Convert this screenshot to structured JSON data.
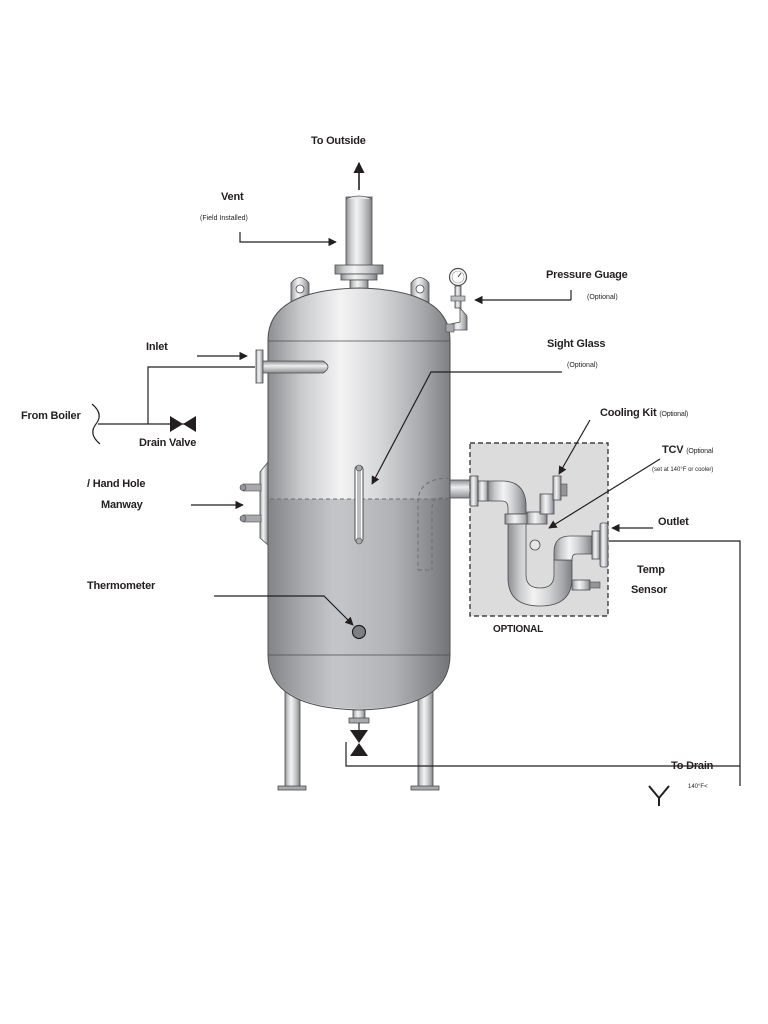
{
  "labels": {
    "to_outside": "To Outside",
    "vent": "Vent",
    "vent_note": "(Field Installed)",
    "pressure_gauge": "Pressure Guage",
    "pressure_gauge_note": "(Optional)",
    "inlet": "Inlet",
    "sight_glass": "Sight Glass",
    "sight_glass_note": "(Optional)",
    "from_boiler": "From Boiler",
    "drain_valve": "Drain Valve",
    "cooling_kit": "Cooling Kit",
    "cooling_kit_note": "(Optional)",
    "tcv": "TCV",
    "tcv_note": "(Optional",
    "tcv_setpoint": "(set at 140°F or cooler)",
    "hand_hole": "/ Hand Hole",
    "manway": "Manway",
    "outlet": "Outlet",
    "temp": "Temp",
    "sensor": "Sensor",
    "thermometer": "Thermometer",
    "optional": "OPTIONAL",
    "to_drain": "To Drain",
    "drain_temp": "140°F<"
  },
  "colors": {
    "line": "#231f20",
    "optional_box_fill": "#dcdcdd",
    "tank_highlight": "#f2f2f3",
    "tank_shadow": "#808285",
    "water_dash": "#6d6e71"
  }
}
